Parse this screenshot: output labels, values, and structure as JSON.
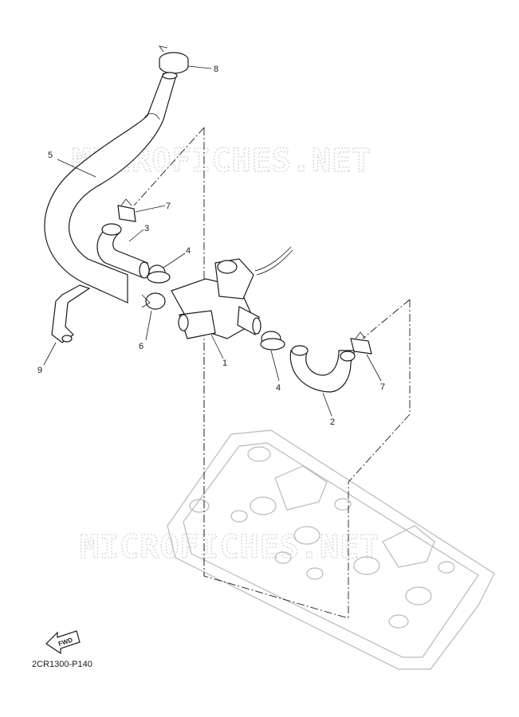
{
  "watermark": {
    "text": "MICROFICHES.NET"
  },
  "callouts": [
    {
      "id": "8",
      "label": "8"
    },
    {
      "id": "5",
      "label": "5"
    },
    {
      "id": "7a",
      "label": "7"
    },
    {
      "id": "3",
      "label": "3"
    },
    {
      "id": "4a",
      "label": "4"
    },
    {
      "id": "6",
      "label": "6"
    },
    {
      "id": "9",
      "label": "9"
    },
    {
      "id": "1",
      "label": "1"
    },
    {
      "id": "4b",
      "label": "4"
    },
    {
      "id": "7b",
      "label": "7"
    },
    {
      "id": "2",
      "label": "2"
    }
  ],
  "fwd_badge": {
    "label": "FWD"
  },
  "diagram_code": "2CR1300-P140",
  "colors": {
    "line": "#1a1a1a",
    "ghost": "#b9b9b9",
    "watermark": "#d6d6d6",
    "background": "#ffffff"
  }
}
